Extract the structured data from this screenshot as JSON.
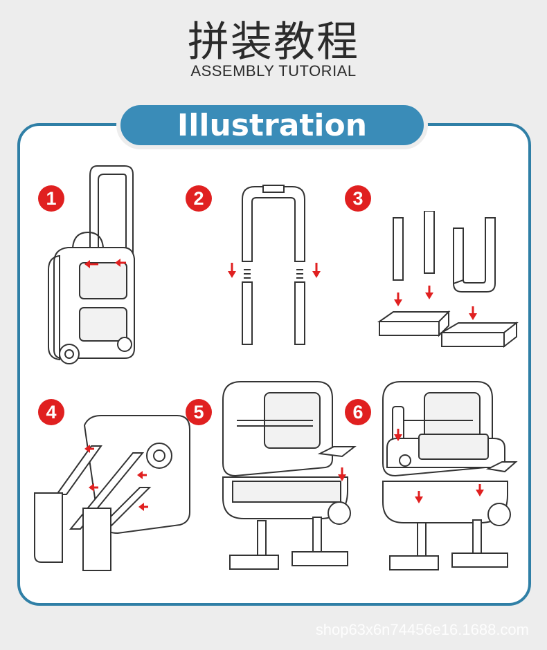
{
  "header": {
    "title_cn": "拼装教程",
    "title_en": "ASSEMBLY TUTORIAL"
  },
  "banner": {
    "label": "Illustration"
  },
  "steps": [
    {
      "number": "1"
    },
    {
      "number": "2"
    },
    {
      "number": "3"
    },
    {
      "number": "4"
    },
    {
      "number": "5"
    },
    {
      "number": "6"
    }
  ],
  "watermark": "shop63x6n74456e16.1688.com",
  "colors": {
    "accent": "#3a8cb8",
    "frame": "#2f7fa6",
    "step_badge": "#e02020",
    "background": "#ededed"
  }
}
